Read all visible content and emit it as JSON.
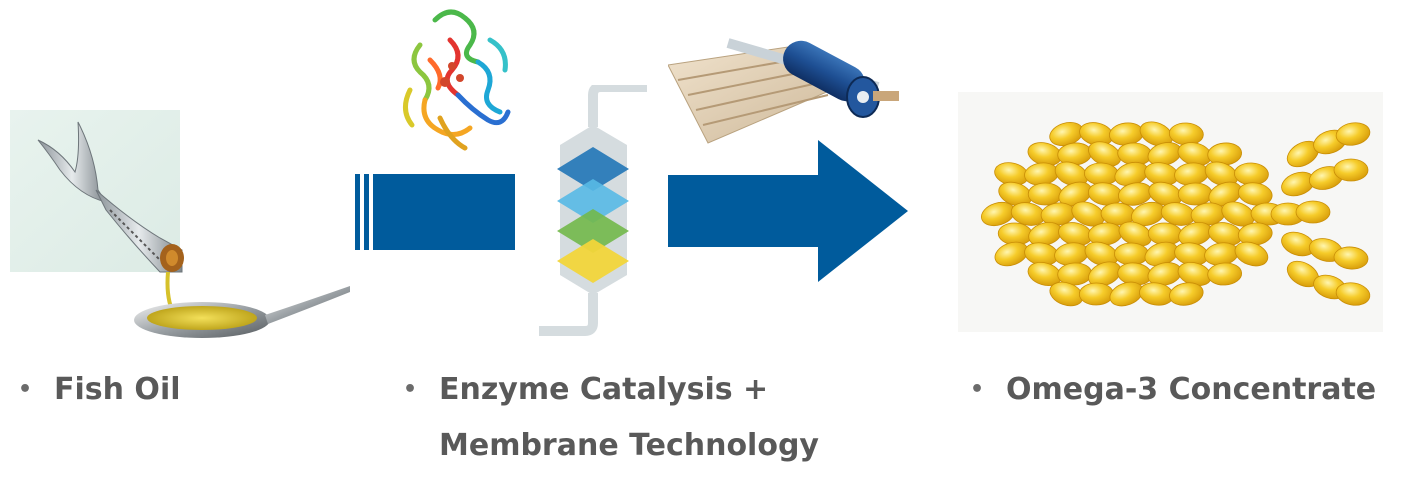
{
  "steps": [
    {
      "label": "Fish Oil"
    },
    {
      "label_line1": "Enzyme Catalysis +",
      "label_line2": "Membrane Technology"
    },
    {
      "label": "Omega-3 Concentrate"
    }
  ],
  "bullet": "•",
  "colors": {
    "arrow_blue": "#005b9c",
    "reactor_gray": "#d5dcdf",
    "layer_dark_blue": "#2a7ab8",
    "layer_light_blue": "#58b9e6",
    "layer_green": "#72b84a",
    "layer_yellow": "#f2d53a",
    "capsule_gold": "#f2c21a",
    "label_gray": "#595959"
  },
  "icons": [
    "fish-tail-icon",
    "oil-spoon-icon",
    "enzyme-protein-icon",
    "reactor-column-icon",
    "membrane-module-icon",
    "fish-capsules-icon",
    "process-arrow-icon"
  ]
}
